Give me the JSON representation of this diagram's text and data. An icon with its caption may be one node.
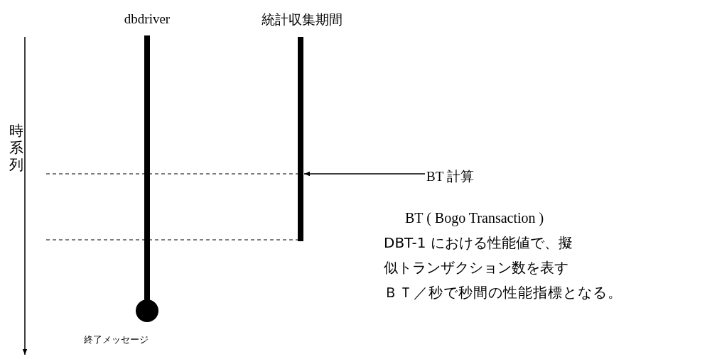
{
  "diagram": {
    "nodes": [
      {
        "text": [
          "dbdriver"
        ]
      },
      {
        "text": [
          "統計収集期間"
        ]
      },
      {
        "text": [
          "BT 計算"
        ]
      },
      {
        "text": [],
        "shape": "circle",
        "beside": [
          "終了メッセージ"
        ]
      }
    ],
    "edges": [
      {
        "from": 2,
        "to": 1,
        "arrow": "to"
      }
    ],
    "labels": [
      "時系列",
      "BT ( Bogo Transaction )",
      "DBT-1 における性能値で、擬似トランザクション数を表す",
      "ＢＴ／秒で秒間の性能指標となる。"
    ]
  }
}
